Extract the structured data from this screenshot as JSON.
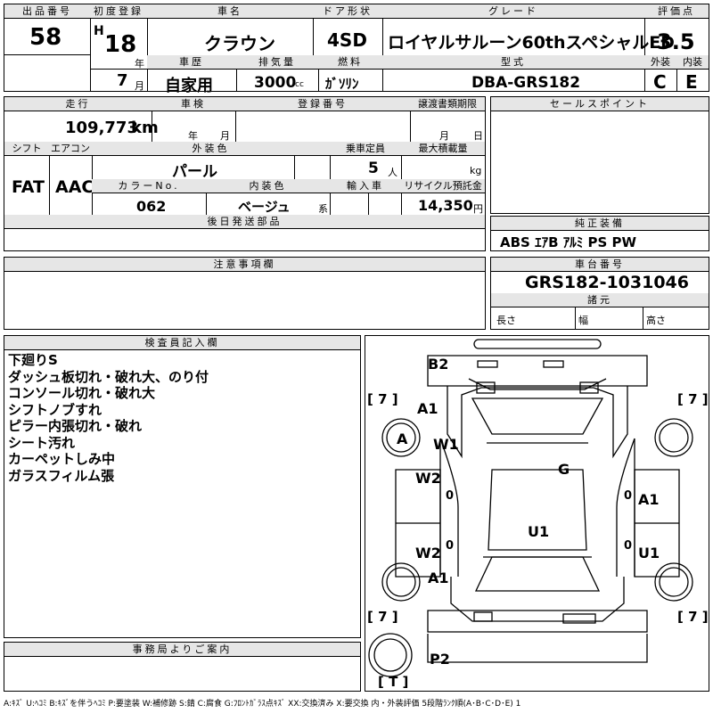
{
  "header": {
    "lot_label": "出品番号",
    "lot_value": "58",
    "first_reg_label": "初度登録",
    "era": "H",
    "year": "18",
    "year_unit": "年",
    "month": "7",
    "month_unit": "月",
    "car_name_label": "車名",
    "car_name": "クラウン",
    "door_label": "ドア形状",
    "door": "4SD",
    "grade_label": "グレード",
    "grade": "ロイヤルサルーン60thスペシャルED",
    "score_label": "評価点",
    "score": "3.5",
    "history_label": "車歴",
    "history": "自家用",
    "displacement_label": "排気量",
    "displacement": "3000",
    "displacement_unit": "cc",
    "fuel_label": "燃料",
    "fuel": "ｶﾞｿﾘﾝ",
    "model_label": "型式",
    "model": "DBA-GRS182",
    "ext_label": "外装",
    "ext": "C",
    "int_label": "内装",
    "int": "E"
  },
  "row2": {
    "mileage_label": "走行",
    "mileage": "109,773",
    "mileage_unit": "km",
    "inspection_label": "車検",
    "insp_year_unit": "年",
    "insp_month_unit": "月",
    "reg_no_label": "登録番号",
    "transfer_label": "譲渡書類期限",
    "transfer_month_unit": "月",
    "transfer_day_unit": "日",
    "sales_label": "セールスポイント",
    "shift_label": "シフト",
    "shift": "FAT",
    "ac_label": "エアコン",
    "ac": "AAC",
    "exterior_color_label": "外装色",
    "exterior_color": "パール",
    "capacity_label": "乗車定員",
    "capacity": "5",
    "capacity_unit": "人",
    "max_load_label": "最大積載量",
    "max_load_unit": "kg",
    "color_no_label": "カラーNo.",
    "color_no": "062",
    "interior_color_label": "内装色",
    "interior_color": "ベージュ",
    "interior_color_suffix": "系",
    "import_label": "輸入車",
    "recycle_label": "リサイクル預託金",
    "recycle": "14,350",
    "recycle_unit": "円",
    "later_parts_label": "後日発送部品",
    "equipment_label": "純正装備",
    "equipment": "ABS ｴｱB ｱﾙﾐ PS PW"
  },
  "row3": {
    "caution_label": "注意事項欄",
    "chassis_label": "車台番号",
    "chassis": "GRS182-1031046",
    "specs_label": "諸元",
    "length_label": "長さ",
    "width_label": "幅",
    "height_label": "高さ"
  },
  "inspector": {
    "label": "検査員記入欄",
    "notes": [
      "下廻りS",
      "ダッシュ板切れ・破れ大、のり付",
      "コンソール切れ・破れ大",
      "シフトノブすれ",
      "ピラー内張切れ・破れ",
      "シート汚れ",
      "カーペットしみ中",
      "ガラスフィルム張"
    ]
  },
  "office": {
    "label": "事務局よりご案内"
  },
  "diagram": {
    "tire_fl": "[ 7 ]",
    "tire_fr": "[ 7 ]",
    "tire_rl": "[ 7 ]",
    "tire_rr": "[ 7 ]",
    "tire_spare": "[ T ]",
    "marks": {
      "b2": "B2",
      "a1_fl": "A1",
      "a_fl": "A",
      "w1": "W1",
      "g": "G",
      "w2_l": "W2",
      "zero_l": "0",
      "a1_r": "A1",
      "zero_r": "0",
      "u1_c": "U1",
      "w2_l2": "W2",
      "zero_l2": "0",
      "u1_r": "U1",
      "zero_r2": "0",
      "a1_rl": "A1",
      "p2": "P2"
    }
  },
  "legend": "A:ｷｽﾞ U:ﾍｺﾐ B:ｷｽﾞを伴うﾍｺﾐ P:要塗装 W:補修跡 S:錆 C:腐食 G:ﾌﾛﾝﾄｶﾞﾗｽ点ｷｽﾞ XX:交換済み X:要交換 内・外装評価 5段階ﾗﾝｸ順(A･B･C･D･E) 1"
}
